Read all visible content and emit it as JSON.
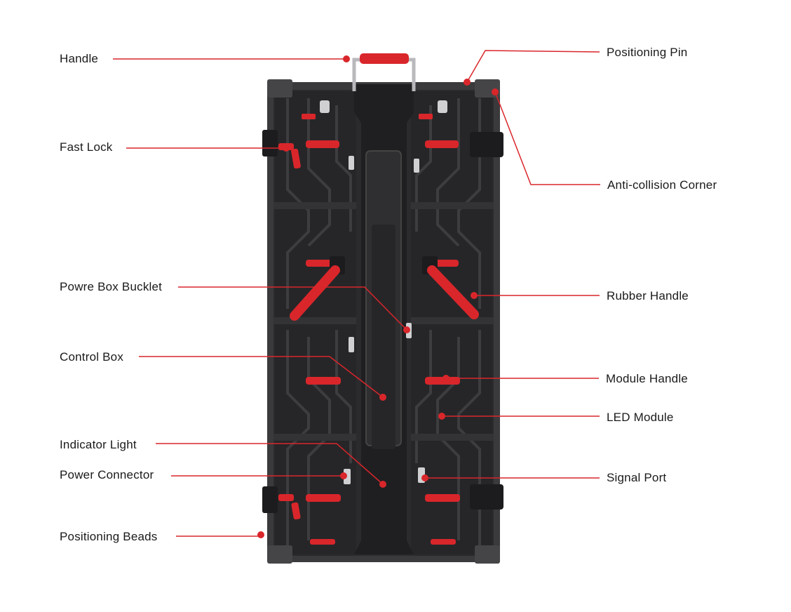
{
  "colors": {
    "accent": "#d9262b",
    "cabinet": "#2b2b2d",
    "cabinet_dark": "#1c1c1e",
    "frame": "#3a3a3c",
    "text": "#1a1a1a"
  },
  "labels_left": [
    {
      "id": "handle",
      "text": "Handle"
    },
    {
      "id": "fast-lock",
      "text": "Fast Lock"
    },
    {
      "id": "power-box-bucklet",
      "text": "Powre Box Bucklet"
    },
    {
      "id": "control-box",
      "text": "Control Box"
    },
    {
      "id": "indicator-light",
      "text": "Indicator Light"
    },
    {
      "id": "power-connector",
      "text": "Power Connector"
    },
    {
      "id": "positioning-beads",
      "text": "Positioning Beads"
    }
  ],
  "labels_right": [
    {
      "id": "positioning-pin",
      "text": "Positioning Pin"
    },
    {
      "id": "anti-collision-corner",
      "text": "Anti-collision Corner"
    },
    {
      "id": "rubber-handle",
      "text": "Rubber Handle"
    },
    {
      "id": "module-handle",
      "text": "Module Handle"
    },
    {
      "id": "led-module",
      "text": "LED Module"
    },
    {
      "id": "signal-port",
      "text": "Signal Port"
    }
  ]
}
